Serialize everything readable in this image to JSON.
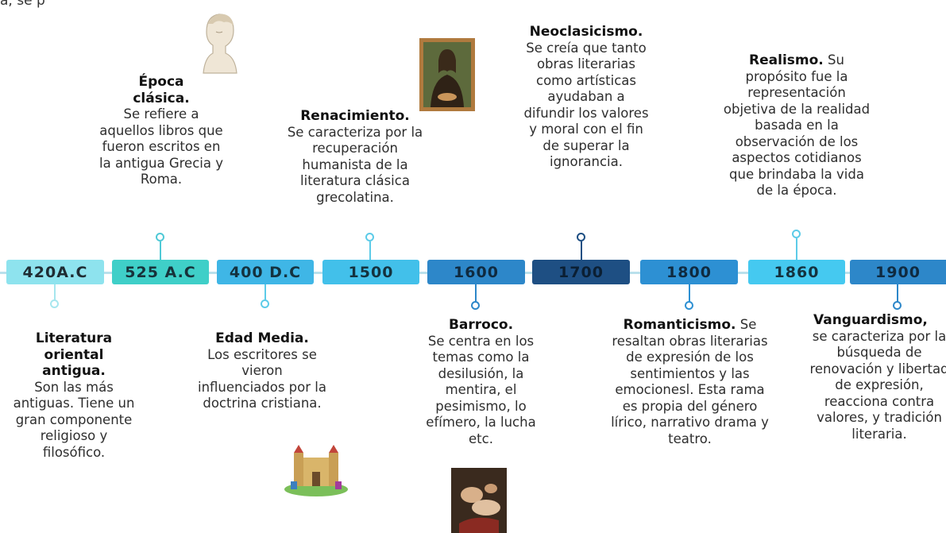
{
  "top_fragment": "a, se p",
  "timeline": [
    {
      "year": "420A.C",
      "box_color": "#8ee3ee",
      "text_color": "#1f2c33",
      "title": "Literatura oriental antigua.",
      "body": "Son las más antiguas. Tiene un gran componente religioso y filosófico."
    },
    {
      "year": "525 A.C",
      "box_color": "#3fcfc8",
      "text_color": "#17323a",
      "title": "Época clásica.",
      "body": "Se refiere a aquellos libros que fueron escritos en la antigua Grecia y Roma."
    },
    {
      "year": "400 D.C",
      "box_color": "#3fb6e6",
      "text_color": "#14323f",
      "title": "Edad Media.",
      "body": "Los escritores se vieron influenciados por la doctrina cristiana."
    },
    {
      "year": "1500",
      "box_color": "#42c0ea",
      "text_color": "#14323f",
      "title": "Renacimiento.",
      "body": "Se caracteriza por la recuperación humanista de la literatura clásica grecolatina."
    },
    {
      "year": "1600",
      "box_color": "#2d87c9",
      "text_color": "#0f2a40",
      "title": "Barroco.",
      "body": "Se centra en los temas como la desilusión, la mentira, el pesimismo, lo efímero, la lucha etc."
    },
    {
      "year": "1700",
      "box_color": "#1e4f83",
      "text_color": "#0b1f33",
      "title": "Neoclasicismo.",
      "body": "Se creía que tanto obras literarias como artísticas ayudaban a difundir los valores y  moral con el fin de superar la ignorancia."
    },
    {
      "year": "1800",
      "box_color": "#2d90d3",
      "text_color": "#0f2a40",
      "title": "Romanticismo.",
      "body": "Se resaltan obras literarias de expresión de los sentimientos y las emocionesl. Esta rama es propia del género lírico, narrativo drama y teatro."
    },
    {
      "year": "1860",
      "box_color": "#45c9f0",
      "text_color": "#14323f",
      "title": "Realismo.",
      "body": "Su propósito fue la representación objetiva de la realidad basada en la observación de los aspectos cotidianos que brindaba la vida de la época."
    },
    {
      "year": "1900",
      "box_color": "#2d87c9",
      "text_color": "#0f2a40",
      "title": "Vanguardismo,",
      "body": "se caracteriza por la búsqueda de renovación y libertad de expresión, reacciona contra valores, y tradición literaria."
    }
  ],
  "images": {
    "bust": "greek-bust-sculpture",
    "mona_lisa": "mona-lisa-painting",
    "castle": "medieval-castle-illustration",
    "baroque": "baroque-painting"
  }
}
